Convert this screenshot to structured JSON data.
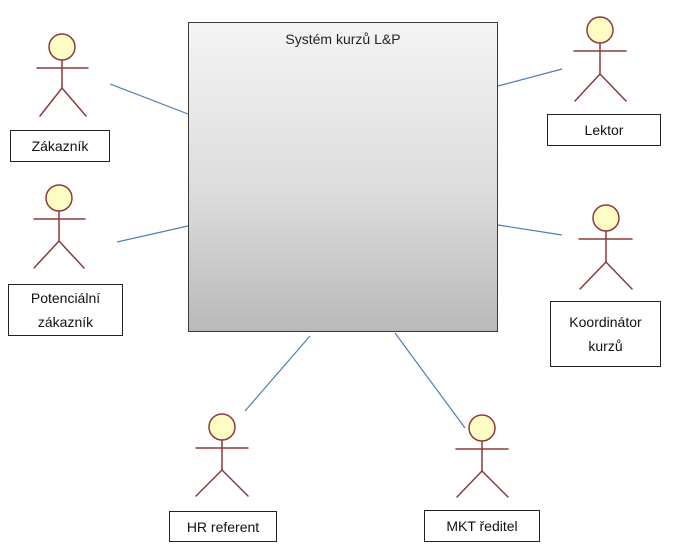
{
  "system": {
    "title": "Systém kurzů L&P"
  },
  "actors": {
    "zakaznik": "Zákazník",
    "potencialni_line1": "Potenciální",
    "potencialni_line2": "zákazník",
    "lektor": "Lektor",
    "koordinator_line1": "Koordinátor",
    "koordinator_line2": "kurzů",
    "hr": "HR referent",
    "mkt": "MKT ředitel"
  },
  "colors": {
    "actor_stroke": "#8b3a3a",
    "actor_head_fill": "#fdfcc4",
    "association": "#4a7fb5"
  }
}
